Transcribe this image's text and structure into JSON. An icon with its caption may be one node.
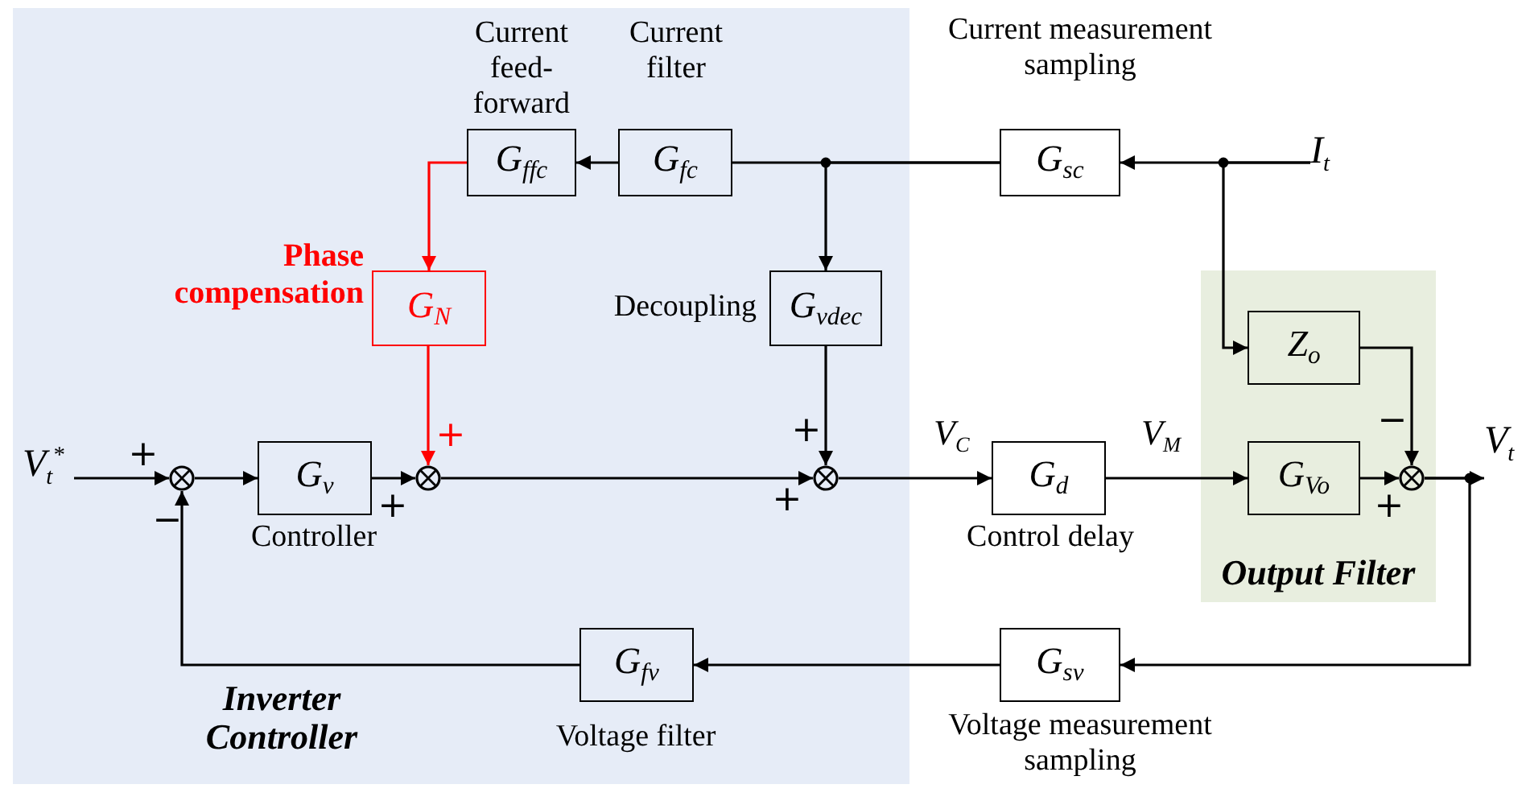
{
  "diagram": {
    "nodes": [
      {
        "text": [
          "Inverter Controller"
        ]
      },
      {
        "text": [
          "Output Filter"
        ]
      },
      {
        "text": [
          "G$_{ffc}$"
        ],
        "in": 0,
        "beside": [
          "Current feed-forward"
        ]
      },
      {
        "text": [
          "G$_{fc}$"
        ],
        "in": 0,
        "beside": [
          "Current filter"
        ]
      },
      {
        "text": [
          "G$_{sc}$"
        ],
        "beside": [
          "Current measurement sampling"
        ]
      },
      {
        "text": [
          "G$_{N}$"
        ],
        "in": 0,
        "beside": [
          "Phase compensation"
        ]
      },
      {
        "text": [
          "G$_{vdec}$"
        ],
        "in": 0,
        "beside": [
          "Decoupling"
        ]
      },
      {
        "text": [
          "Z$_{o}$"
        ],
        "in": 1
      },
      {
        "text": [],
        "shape": "circle",
        "in": 0
      },
      {
        "text": [
          "G$_{v}$"
        ],
        "in": 0,
        "beside": [
          "Controller"
        ]
      },
      {
        "text": [],
        "shape": "circle",
        "in": 0
      },
      {
        "text": [],
        "shape": "circle",
        "in": 0
      },
      {
        "text": [
          "G$_{d}$"
        ],
        "beside": [
          "Control delay"
        ]
      },
      {
        "text": [
          "G$_{Vo}$"
        ],
        "in": 1
      },
      {
        "text": [],
        "shape": "circle",
        "in": 1
      },
      {
        "text": [
          "G$_{fv}$"
        ],
        "in": 0,
        "beside": [
          "Voltage filter"
        ]
      },
      {
        "text": [
          "G$_{sv}$"
        ],
        "beside": [
          "Voltage measurement sampling"
        ]
      },
      {
        "text": [
          "V$_{t}$$^{*}$"
        ],
        "in": 0
      },
      {
        "text": [
          "I$_{t}$"
        ]
      },
      {
        "text": [
          "V$_{t}$"
        ]
      }
    ],
    "edges": [
      {
        "from": 18,
        "to": 4,
        "arrow": "to"
      },
      {
        "from": 18,
        "to": 7,
        "arrow": "to"
      },
      {
        "from": 4,
        "to": 3,
        "arrow": "none"
      },
      {
        "from": 4,
        "to": 6,
        "arrow": "to"
      },
      {
        "from": 3,
        "to": 2,
        "arrow": "to"
      },
      {
        "from": 2,
        "to": 5,
        "arrow": "to",
        "color": "#ff0000"
      },
      {
        "from": 5,
        "to": 10,
        "arrow": "to",
        "color": "#ff0000"
      },
      {
        "from": 17,
        "to": 8,
        "arrow": "to"
      },
      {
        "from": 8,
        "to": 9,
        "arrow": "to"
      },
      {
        "from": 9,
        "to": 10,
        "arrow": "to"
      },
      {
        "from": 10,
        "to": 11,
        "arrow": "to"
      },
      {
        "from": 6,
        "to": 11,
        "arrow": "to"
      },
      {
        "from": 11,
        "to": 12,
        "arrow": "to",
        "label": "V$_{C}$"
      },
      {
        "from": 12,
        "to": 13,
        "arrow": "to",
        "label": "V$_{M}$"
      },
      {
        "from": 7,
        "to": 14,
        "arrow": "to"
      },
      {
        "from": 13,
        "to": 14,
        "arrow": "to"
      },
      {
        "from": 14,
        "to": 19,
        "arrow": "to"
      },
      {
        "from": 14,
        "to": 16,
        "arrow": "to"
      },
      {
        "from": 16,
        "to": 15,
        "arrow": "to"
      },
      {
        "from": 15,
        "to": 8,
        "arrow": "to"
      }
    ],
    "labels": [
      "+",
      "−",
      "+",
      "+",
      "+",
      "+",
      "−",
      "+"
    ]
  }
}
